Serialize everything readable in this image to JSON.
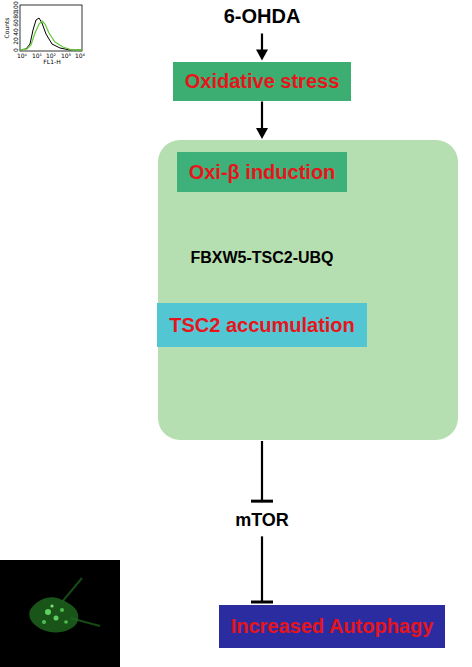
{
  "diagram": {
    "nodes": [
      {
        "text": [
          "6-OHDA"
        ]
      },
      {
        "text": [
          "Oxidative stress"
        ]
      },
      {
        "text": []
      },
      {
        "text": [
          "Oxi-β induction"
        ],
        "in": 2
      },
      {
        "text": [
          "FBXW5-TSC2-UBQ"
        ],
        "in": 2
      },
      {
        "text": [
          "TSC2 accumulation"
        ],
        "in": 2
      },
      {
        "text": [
          "mTOR"
        ]
      },
      {
        "text": [
          "Increased Autophagy"
        ]
      }
    ],
    "edges": [
      {
        "from": 0,
        "to": 1,
        "arrow": "to"
      },
      {
        "from": 1,
        "to": 2,
        "arrow": "to"
      },
      {
        "from": 3,
        "to": 4,
        "arrow": "to"
      },
      {
        "from": 4,
        "to": 5,
        "arrow": "to"
      },
      {
        "from": 2,
        "to": 6,
        "arrow": "to"
      },
      {
        "from": 6,
        "to": 7,
        "arrow": "to"
      }
    ],
    "labels": [
      "Counts",
      "0",
      "20",
      "40",
      "60",
      "80",
      "100",
      "10⁰",
      "10¹",
      "10²",
      "10³",
      "10⁴",
      "FL1-H"
    ]
  }
}
